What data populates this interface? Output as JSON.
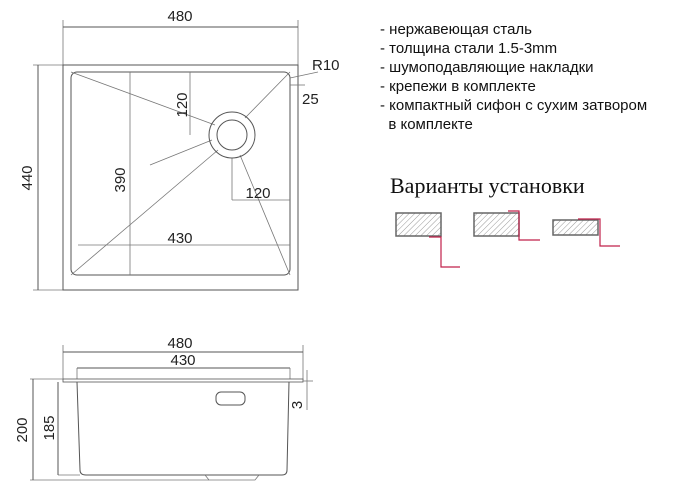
{
  "top_view": {
    "width": "480",
    "height": "440",
    "inner_width": "430",
    "inner_height": "390",
    "drain_offset_top": "120",
    "drain_offset_side": "120",
    "rim": "25",
    "radius": "R10"
  },
  "side_view": {
    "width": "480",
    "inner_width": "430",
    "height": "200",
    "inner_height": "185",
    "rim_thickness": "3"
  },
  "features": [
    "- нержавеющая сталь",
    "- толщина стали 1.5-3mm",
    "- шумоподавляющие накладки",
    "- крепежи в комплекте",
    "- компактный сифон с сухим затвором",
    "  в комплекте"
  ],
  "variants_title": "Варианты установки",
  "colors": {
    "bracket": "#c0204a",
    "line": "#555555"
  }
}
